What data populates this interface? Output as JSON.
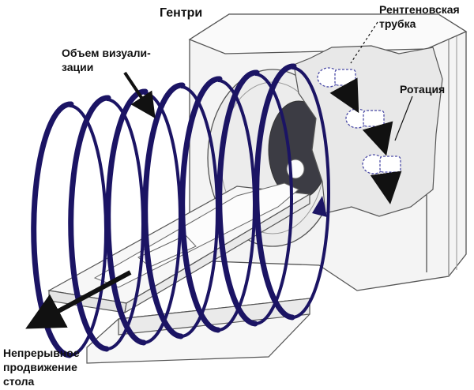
{
  "labels": {
    "gantry": "Гентри",
    "volume_line1": "Объем визуали-",
    "volume_line2": "зации",
    "tube_line1": "Рентгеновская",
    "tube_line2": "трубка",
    "rotation": "Ротация",
    "table_line1": "Непрерывное",
    "table_line2": "продвижение",
    "table_line3": "стола"
  },
  "colors": {
    "helix": "#1b1464",
    "arrow": "#111111",
    "outline": "#555555",
    "tube_outline": "#4a4aa6",
    "gantry_fill": "#f4f4f4",
    "bore_dark": "#3c3c44"
  }
}
